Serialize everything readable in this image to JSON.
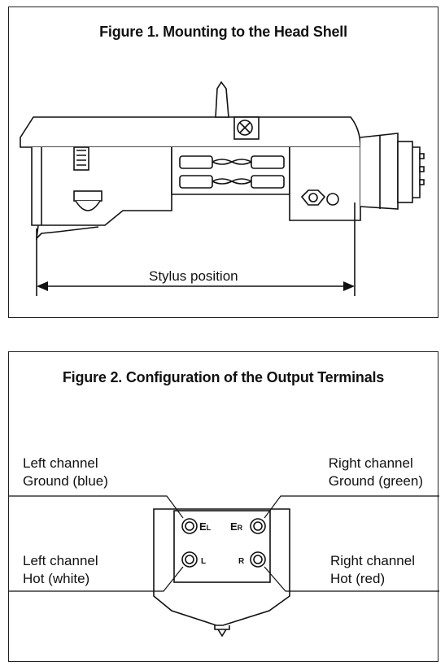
{
  "figure1": {
    "title": "Figure 1. Mounting to the Head Shell",
    "dimension_label": "Stylus position"
  },
  "figure2": {
    "title": "Figure 2. Configuration of the Output Terminals",
    "left_ground": {
      "line1": "Left channel",
      "line2": "Ground (blue)"
    },
    "right_ground": {
      "line1": "Right channel",
      "line2": "Ground (green)"
    },
    "left_hot": {
      "line1": "Left channel",
      "line2": "Hot (white)"
    },
    "right_hot": {
      "line1": "Right channel",
      "line2": "Hot (red)"
    },
    "pin_labels": {
      "el": "EL",
      "er": "ER",
      "l": "L",
      "r": "R"
    }
  }
}
